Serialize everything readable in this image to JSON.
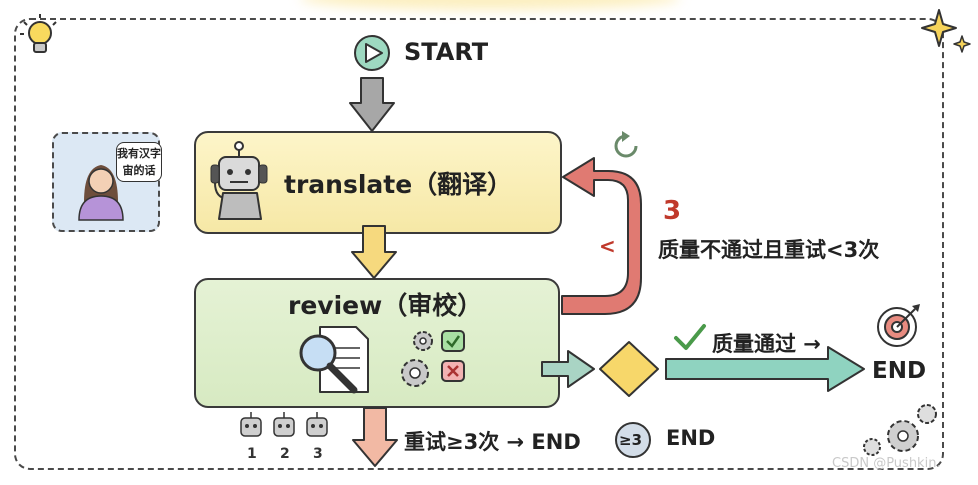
{
  "start": {
    "label": "START"
  },
  "nodes": {
    "translate": {
      "label": "translate（翻译）"
    },
    "review": {
      "label": "review（审校）"
    }
  },
  "user": {
    "speech": "我有汉字\n宙的话"
  },
  "retry_loop": {
    "number": "3",
    "symbol": "<",
    "condition": "质量不通过且重试<3次"
  },
  "pass_branch": {
    "label": "质量通过 →",
    "end": "END"
  },
  "retry_limit": {
    "label": "重试≥3次 → END",
    "badge": "≥3",
    "end": "END",
    "attempts": [
      "1",
      "2",
      "3"
    ]
  },
  "watermark": "CSDN @Pushkin.",
  "colors": {
    "translate_fill": "#f6e8a6",
    "review_fill": "#d7eac2",
    "retry_arrow": "#e07a72",
    "pass_arrow": "#8fd3c0",
    "decision_fill": "#f7d76a"
  },
  "icons": [
    "lightbulb-icon",
    "sparkle-icon",
    "play-icon",
    "robot-headset-icon",
    "user-avatar-icon",
    "refresh-icon",
    "document-magnifier-icon",
    "gear-check-icon",
    "gear-x-icon",
    "decision-diamond-icon",
    "checkmark-icon",
    "target-icon",
    "robot-counter-icon",
    "gears-icon"
  ]
}
